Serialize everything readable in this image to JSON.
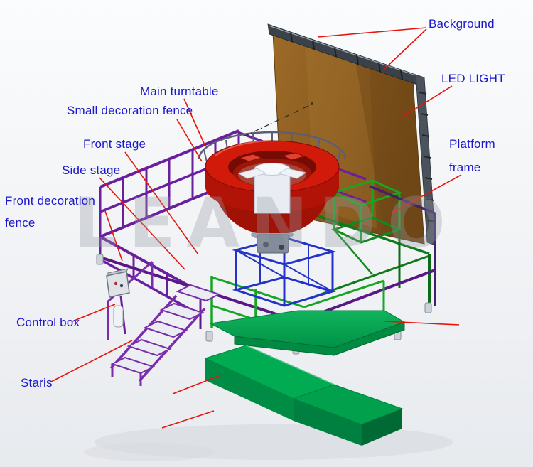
{
  "diagram": {
    "type": "annotated-cad-diagram",
    "subject": "stage turntable machine",
    "watermark": "LEANDO",
    "labels": {
      "background": "Background",
      "led_light": "LED LIGHT",
      "main_turntable": "Main turntable",
      "small_decoration_fence": "Small decoration fence",
      "front_stage": "Front stage",
      "side_stage": "Side stage",
      "front_decoration_fence": [
        "Front decoration",
        "fence"
      ],
      "platform_frame": [
        "Platform",
        "frame"
      ],
      "control_box": "Control box",
      "stairs": "Staris"
    },
    "colors": {
      "label_text": "#1b17ce",
      "leader_line": "#e8150d",
      "turntable_red": "#d21a0b",
      "background_panel_brown": "#8a5a1f",
      "platform_green": "#00a94f",
      "fence_purple": "#6a1f9e",
      "frame_blue": "#2433c9",
      "frame_green": "#17a623"
    }
  }
}
